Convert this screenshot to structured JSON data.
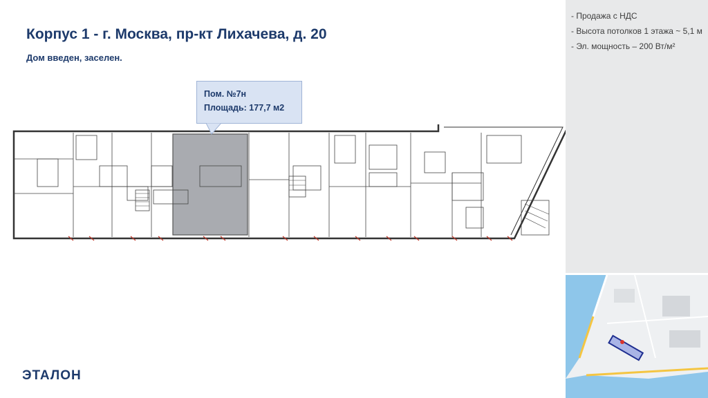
{
  "header": {
    "title": "Корпус 1 - г. Москва, пр-кт Лихачева, д. 20",
    "subtitle": "Дом введен, заселен."
  },
  "callout": {
    "room": "Пом. №7н",
    "area": "Площадь: 177,7 м2"
  },
  "features": [
    "- Продажа с НДС",
    "- Высота потолков 1 этажа ~ 5,1 м",
    "- Эл. мощность – 200 Вт/м²"
  ],
  "brand": {
    "logo_text": "ЭТАЛОН"
  },
  "colors": {
    "accent": "#1d3a6b",
    "highlight_room": "#a9abb0",
    "callout_bg": "#d9e3f3",
    "panel_bg": "#e8e9ea"
  }
}
